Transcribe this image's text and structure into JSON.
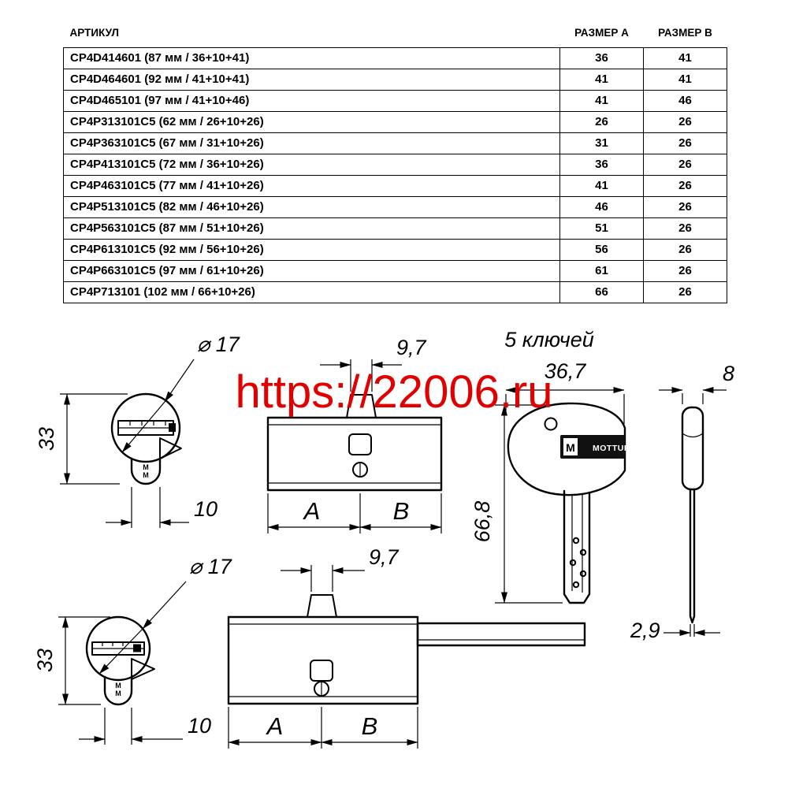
{
  "table": {
    "headers": {
      "article": "АРТИКУЛ",
      "size_a": "РАЗМЕР A",
      "size_b": "РАЗМЕР B"
    },
    "rows": [
      {
        "article": "CP4D414601 (87 мм / 36+10+41)",
        "size_a": "36",
        "size_b": "41"
      },
      {
        "article": "CP4D464601 (92 мм / 41+10+41)",
        "size_a": "41",
        "size_b": "41"
      },
      {
        "article": "CP4D465101 (97 мм / 41+10+46)",
        "size_a": "41",
        "size_b": "46"
      },
      {
        "article": "CP4P313101C5 (62 мм / 26+10+26)",
        "size_a": "26",
        "size_b": "26"
      },
      {
        "article": "CP4P363101C5 (67 мм / 31+10+26)",
        "size_a": "31",
        "size_b": "26"
      },
      {
        "article": "CP4P413101C5 (72 мм / 36+10+26)",
        "size_a": "36",
        "size_b": "26"
      },
      {
        "article": "CP4P463101C5 (77 мм / 41+10+26)",
        "size_a": "41",
        "size_b": "26"
      },
      {
        "article": "CP4P513101C5 (82 мм / 46+10+26)",
        "size_a": "46",
        "size_b": "26"
      },
      {
        "article": "CP4P563101C5 (87 мм / 51+10+26)",
        "size_a": "51",
        "size_b": "26"
      },
      {
        "article": "CP4P613101C5 (92 мм / 56+10+26)",
        "size_a": "56",
        "size_b": "26"
      },
      {
        "article": "CP4P663101C5 (97 мм / 61+10+26)",
        "size_a": "61",
        "size_b": "26"
      },
      {
        "article": "CP4P713101 (102 мм / 66+10+26)",
        "size_a": "66",
        "size_b": "26"
      }
    ]
  },
  "watermark": {
    "text": "https://22006.ru",
    "color": "#e10000"
  },
  "drawings": {
    "keys_note": "5 ключей",
    "brand": "MOTTURA",
    "brand_mark": "M",
    "dim_a": "A",
    "dim_b": "B",
    "face_top": {
      "diameter": "⌀ 17",
      "height": "33",
      "width": "10"
    },
    "cylinder_top": {
      "cam_width": "9,7"
    },
    "key_front": {
      "head_width": "36,7",
      "length": "66,8"
    },
    "key_side": {
      "head_thickness": "8",
      "blade_thickness": "2,9"
    },
    "face_bottom": {
      "diameter": "⌀ 17",
      "height": "33",
      "width": "10"
    },
    "cylinder_bottom": {
      "cam_width": "9,7"
    }
  }
}
